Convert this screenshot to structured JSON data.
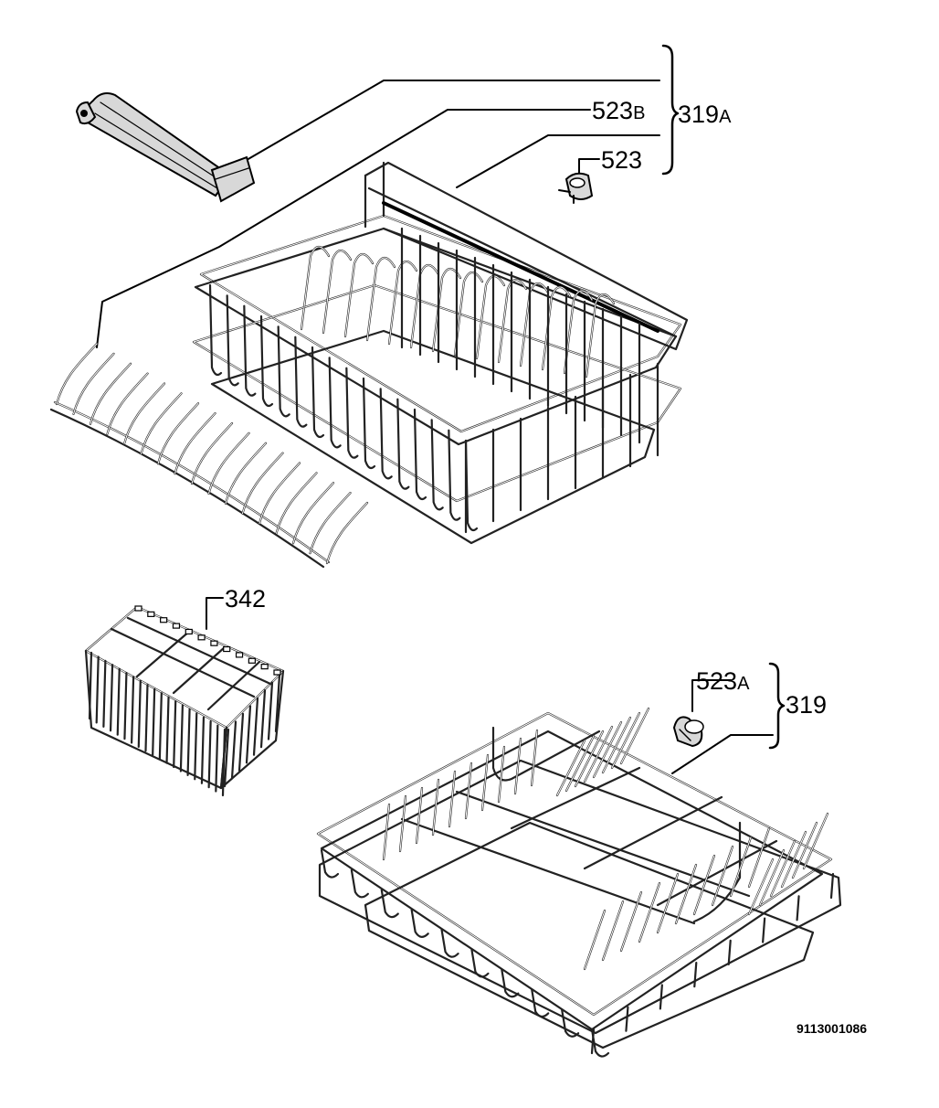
{
  "labels": {
    "l319a": {
      "main": "319",
      "suffix": "A"
    },
    "l523b": {
      "main": "523",
      "suffix": "B"
    },
    "l523": {
      "main": "523",
      "suffix": ""
    },
    "l342": {
      "main": "342",
      "suffix": ""
    },
    "l523a": {
      "main": "523",
      "suffix": "A"
    },
    "l319": {
      "main": "319",
      "suffix": ""
    }
  },
  "doc_number": "9113001086"
}
